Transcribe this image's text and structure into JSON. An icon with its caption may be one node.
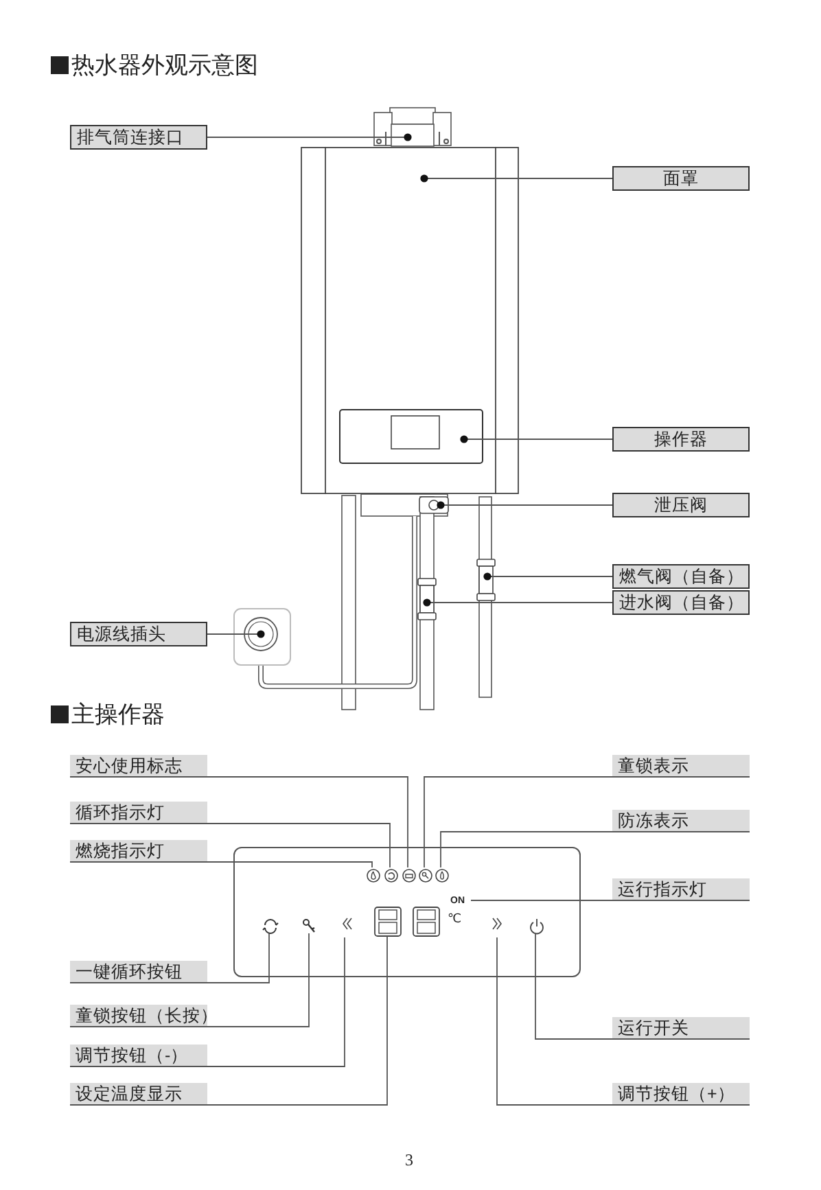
{
  "diagram": {
    "nodes": [
      {
        "text": [
          "排气筒连接口"
        ]
      },
      {
        "text": [],
        "shape": "box"
      },
      {
        "text": [
          "面罩"
        ]
      },
      {
        "text": [],
        "shape": "box"
      },
      {
        "text": [
          "操作器"
        ]
      },
      {
        "text": [],
        "shape": "box",
        "in": 3
      },
      {
        "text": [
          "泄压阀"
        ]
      },
      {
        "text": [],
        "shape": "box"
      },
      {
        "text": [
          "燃气阀（自备）"
        ]
      },
      {
        "text": [],
        "shape": "box"
      },
      {
        "text": [
          "进水阀（自备）"
        ]
      },
      {
        "text": [],
        "shape": "box"
      },
      {
        "text": [
          "电源线插头"
        ]
      },
      {
        "text": [],
        "shape": "box"
      },
      {
        "text": [
          "安心使用标志"
        ]
      },
      {
        "text": [
          "童锁表示"
        ]
      },
      {
        "text": [
          "循环指示灯"
        ]
      },
      {
        "text": [
          "防冻表示"
        ]
      },
      {
        "text": [
          "燃烧指示灯"
        ]
      },
      {
        "text": [],
        "shape": "box"
      },
      {
        "text": [],
        "shape": "circle",
        "in": 19
      },
      {
        "text": [],
        "shape": "circle",
        "in": 19
      },
      {
        "text": [],
        "shape": "circle",
        "in": 19
      },
      {
        "text": [],
        "shape": "circle",
        "in": 19
      },
      {
        "text": [],
        "shape": "circle",
        "in": 19
      },
      {
        "text": [
          "运行指示灯"
        ]
      },
      {
        "text": [
          "ON"
        ],
        "in": 19
      },
      {
        "text": [],
        "shape": "icon",
        "in": 19
      },
      {
        "text": [],
        "shape": "icon",
        "in": 19
      },
      {
        "text": [],
        "shape": "chevron",
        "in": 19
      },
      {
        "text": [],
        "shape": "display",
        "in": 19
      },
      {
        "text": [],
        "shape": "chevron",
        "in": 19
      },
      {
        "text": [],
        "shape": "icon",
        "in": 19
      },
      {
        "text": [
          "一键循环按钮"
        ]
      },
      {
        "text": [
          "童锁按钮（长按）"
        ]
      },
      {
        "text": [
          "运行开关"
        ]
      },
      {
        "text": [
          "调节按钮（-）"
        ]
      },
      {
        "text": [
          "设定温度显示"
        ]
      },
      {
        "text": [
          "调节按钮（+）"
        ]
      }
    ],
    "edges": [
      {
        "from": 0,
        "to": 1,
        "arrow": "other"
      },
      {
        "from": 2,
        "to": 3,
        "arrow": "other"
      },
      {
        "from": 4,
        "to": 5,
        "arrow": "other"
      },
      {
        "from": 6,
        "to": 7,
        "arrow": "other"
      },
      {
        "from": 8,
        "to": 9,
        "arrow": "other"
      },
      {
        "from": 10,
        "to": 11,
        "arrow": "other"
      },
      {
        "from": 12,
        "to": 13,
        "arrow": "other"
      },
      {
        "from": 14,
        "to": 22,
        "arrow": "none"
      },
      {
        "from": 15,
        "to": 23,
        "arrow": "none"
      },
      {
        "from": 16,
        "to": 21,
        "arrow": "none"
      },
      {
        "from": 17,
        "to": 24,
        "arrow": "none"
      },
      {
        "from": 18,
        "to": 20,
        "arrow": "none"
      },
      {
        "from": 25,
        "to": 26,
        "arrow": "none"
      },
      {
        "from": 33,
        "to": 27,
        "arrow": "none"
      },
      {
        "from": 34,
        "to": 28,
        "arrow": "none"
      },
      {
        "from": 35,
        "to": 32,
        "arrow": "none"
      },
      {
        "from": 36,
        "to": 29,
        "arrow": "none"
      },
      {
        "from": 37,
        "to": 30,
        "arrow": "none"
      },
      {
        "from": 38,
        "to": 31,
        "arrow": "none"
      }
    ],
    "labels": [
      "热水器外观示意图",
      "主操作器",
      "℃",
      "3"
    ]
  }
}
